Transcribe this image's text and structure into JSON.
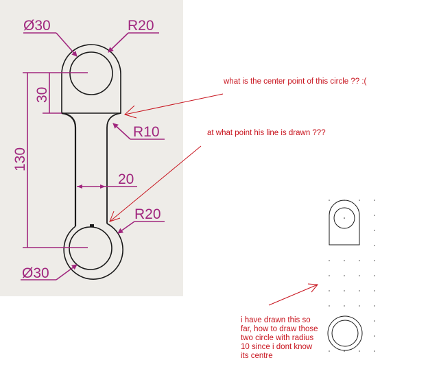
{
  "drawing": {
    "dim_diameter_top": "Ø30",
    "dim_radius_top": "R20",
    "dim_30": "30",
    "dim_130": "130",
    "dim_radius_fillet": "R10",
    "dim_20": "20",
    "dim_radius_bottom": "R20",
    "dim_diameter_bottom": "Ø30"
  },
  "notes": {
    "center_question": "what is the center point of this circle ?? :(",
    "line_question": "at what point his line is drawn ???",
    "progress_lines": [
      "i have drawn this so",
      "far, how to draw those",
      "two circle with radius",
      "10 since i dont know",
      "its centre"
    ]
  },
  "colors": {
    "dimension": "#a0267e",
    "annotation": "#c8141e",
    "part": "#1a1a1a",
    "panel": "#eeece8"
  }
}
